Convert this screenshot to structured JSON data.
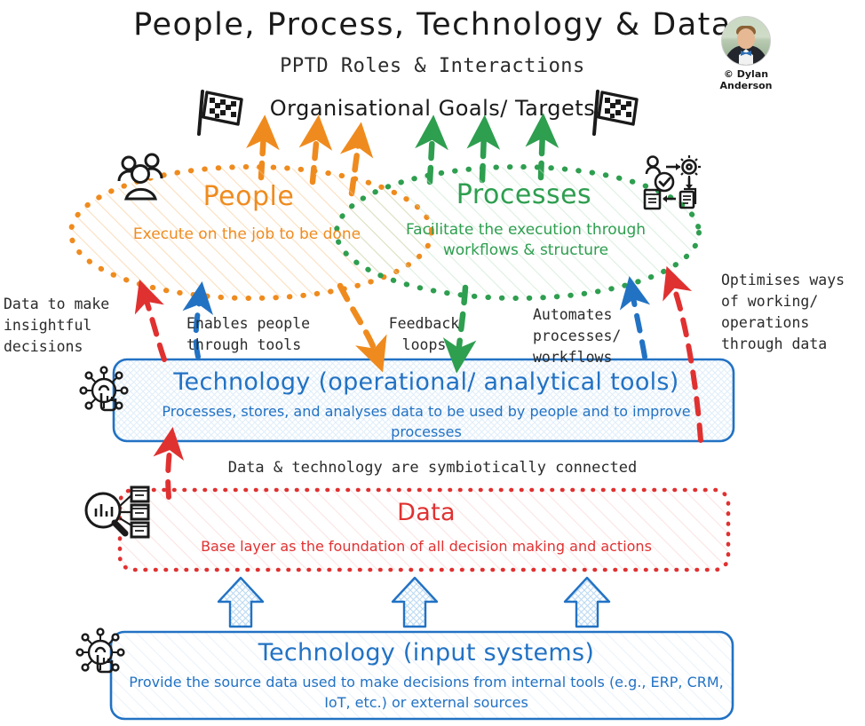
{
  "header": {
    "title": "People, Process, Technology & Data",
    "subtitle": "PPTD Roles & Interactions",
    "credit_line1": "© Dylan",
    "credit_line2": "Anderson",
    "avatar_name": "dylan-anderson-avatar"
  },
  "goals": {
    "label": "Organisational Goals/ Targets",
    "left_flag_icon": "checkered-flag-icon",
    "right_flag_icon": "checkered-flag-icon"
  },
  "people": {
    "title": "People",
    "body": "Execute on the job to be done",
    "color": "#ef8b1e",
    "icon": "people-group-icon"
  },
  "processes": {
    "title": "Processes",
    "body": "Facilitate the execution through workflows & structure",
    "color": "#2e9e4f",
    "icon": "workflow-icon"
  },
  "technology_operational": {
    "title": "Technology (operational/ analytical tools)",
    "body": "Processes, stores, and analyses data to be used by people and to improve processes",
    "color": "#2272c4",
    "icon": "touch-tech-icon"
  },
  "data_layer": {
    "title": "Data",
    "body": "Base layer as the foundation of all decision making and actions",
    "color": "#e03131",
    "icon": "data-analytics-icon"
  },
  "technology_input": {
    "title": "Technology (input systems)",
    "body": "Provide the source data used to make decisions from internal tools (e.g., ERP, CRM, IoT, etc.) or external sources",
    "color": "#2272c4",
    "icon": "touch-tech-icon"
  },
  "connectors": {
    "insightful_decisions": "Data to make\ninsightful\ndecisions",
    "enables_people": "Enables people\nthrough tools",
    "feedback_loops": "Feedback\nloops",
    "automates_processes": "Automates\nprocesses/\nworkflows",
    "optimises_ways": "Optimises ways\nof working/\noperations\nthrough data",
    "symbiotic": "Data & technology are symbiotically connected"
  },
  "colors": {
    "orange": "#ef8b1e",
    "green": "#2e9e4f",
    "blue": "#2272c4",
    "red": "#e03131",
    "ink": "#1a1a1a"
  }
}
